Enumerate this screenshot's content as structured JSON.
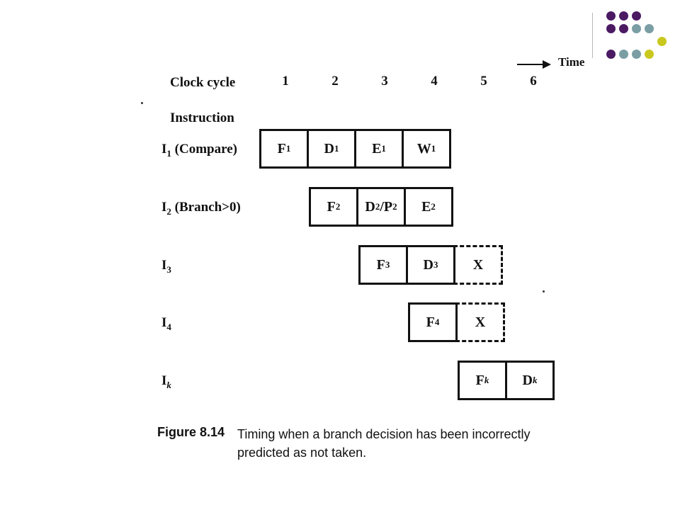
{
  "decoration": {
    "dots": [
      {
        "c": "#4b1a63"
      },
      {
        "c": "#4b1a63"
      },
      {
        "c": "#4b1a63"
      },
      {
        "c": "#4b1a63"
      },
      {
        "c": "#4b1a63"
      },
      {
        "c": "#7a9ea4"
      },
      {
        "c": "#c9c81e"
      },
      {
        "c": "#4b1a63"
      },
      {
        "c": "#7a9ea4"
      },
      {
        "c": "#7a9ea4"
      },
      {
        "c": "#c9c81e"
      }
    ]
  },
  "figure": {
    "time_label": "Time",
    "clock_cycle_label": "Clock cycle",
    "cycles": [
      "1",
      "2",
      "3",
      "4",
      "5",
      "6"
    ],
    "instruction_header": "Instruction",
    "rows": [
      {
        "label": "I1 (Compare)",
        "cells": [
          "F1",
          "D1",
          "E1",
          "W1"
        ],
        "dashed": [
          false,
          false,
          false,
          false
        ]
      },
      {
        "label": "I2 (Branch>0)",
        "cells": [
          "F2",
          "D2/P2",
          "E2"
        ],
        "dashed": [
          false,
          false,
          false
        ]
      },
      {
        "label": "I3",
        "cells": [
          "F3",
          "D3",
          "X"
        ],
        "dashed": [
          false,
          false,
          true
        ]
      },
      {
        "label": "I4",
        "cells": [
          "F4",
          "X"
        ],
        "dashed": [
          false,
          true
        ]
      },
      {
        "label": "Ik",
        "cells": [
          "Fk",
          "Dk"
        ],
        "dashed": [
          false,
          false
        ]
      }
    ],
    "caption_number": "Figure 8.14",
    "caption_text": "Timing when a branch decision has been incorrectly predicted as not taken."
  },
  "colors": {
    "purple": "#4b1a63",
    "teal": "#7a9ea4",
    "yellow": "#c9c81e"
  }
}
